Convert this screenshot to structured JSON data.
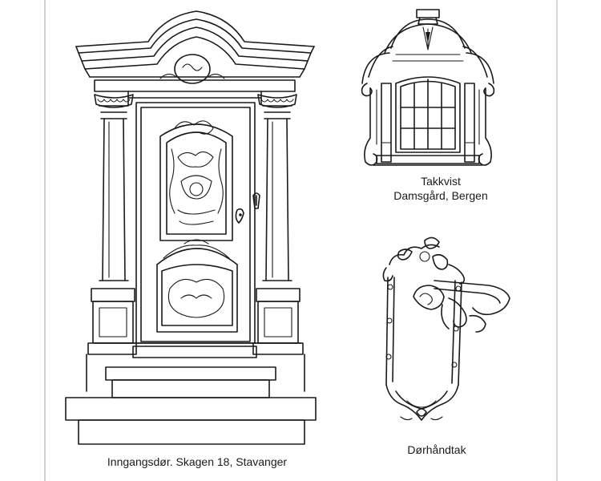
{
  "captions": {
    "door": "Inngangsdør. Skagen 18, Stavanger",
    "dormer_line1": "Takkvist",
    "dormer_line2": "Damsgård, Bergen",
    "handle": "Dørhåndtak"
  },
  "colors": {
    "ink": "#1a1a1a",
    "paper": "#ffffff"
  }
}
